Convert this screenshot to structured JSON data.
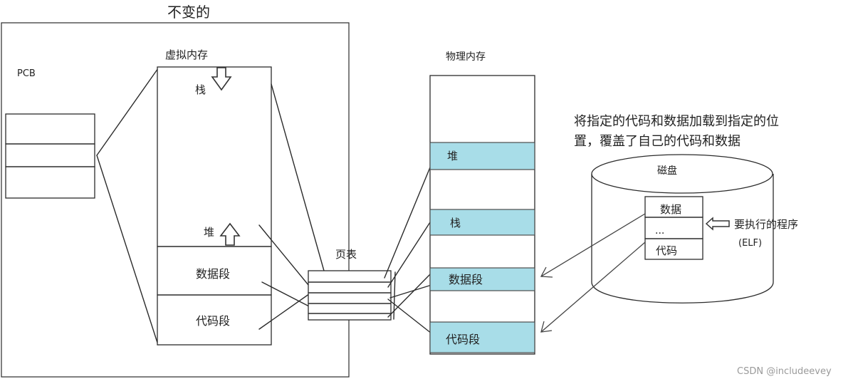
{
  "title_unchanged": "不变的",
  "pcb_label": "PCB",
  "virtual_memory": {
    "title": "虚拟内存",
    "stack": "栈",
    "heap": "堆",
    "data_segment": "数据段",
    "code_segment": "代码段"
  },
  "page_table_label": "页表",
  "physical_memory": {
    "title": "物理内存",
    "heap": "堆",
    "stack": "栈",
    "data_segment": "数据段",
    "code_segment": "代码段"
  },
  "note_line1": "将指定的代码和数据加载到指定的位",
  "note_line2": "置，覆盖了自己的代码和数据",
  "disk": {
    "title": "磁盘",
    "data": "数据",
    "ellipsis": "...",
    "code": "代码"
  },
  "program_label": "要执行的程序",
  "elf_label": "(ELF)",
  "watermark": "CSDN @includeevey",
  "colors": {
    "segment_fill": "#a8dde8",
    "line": "#2b2b2b"
  }
}
